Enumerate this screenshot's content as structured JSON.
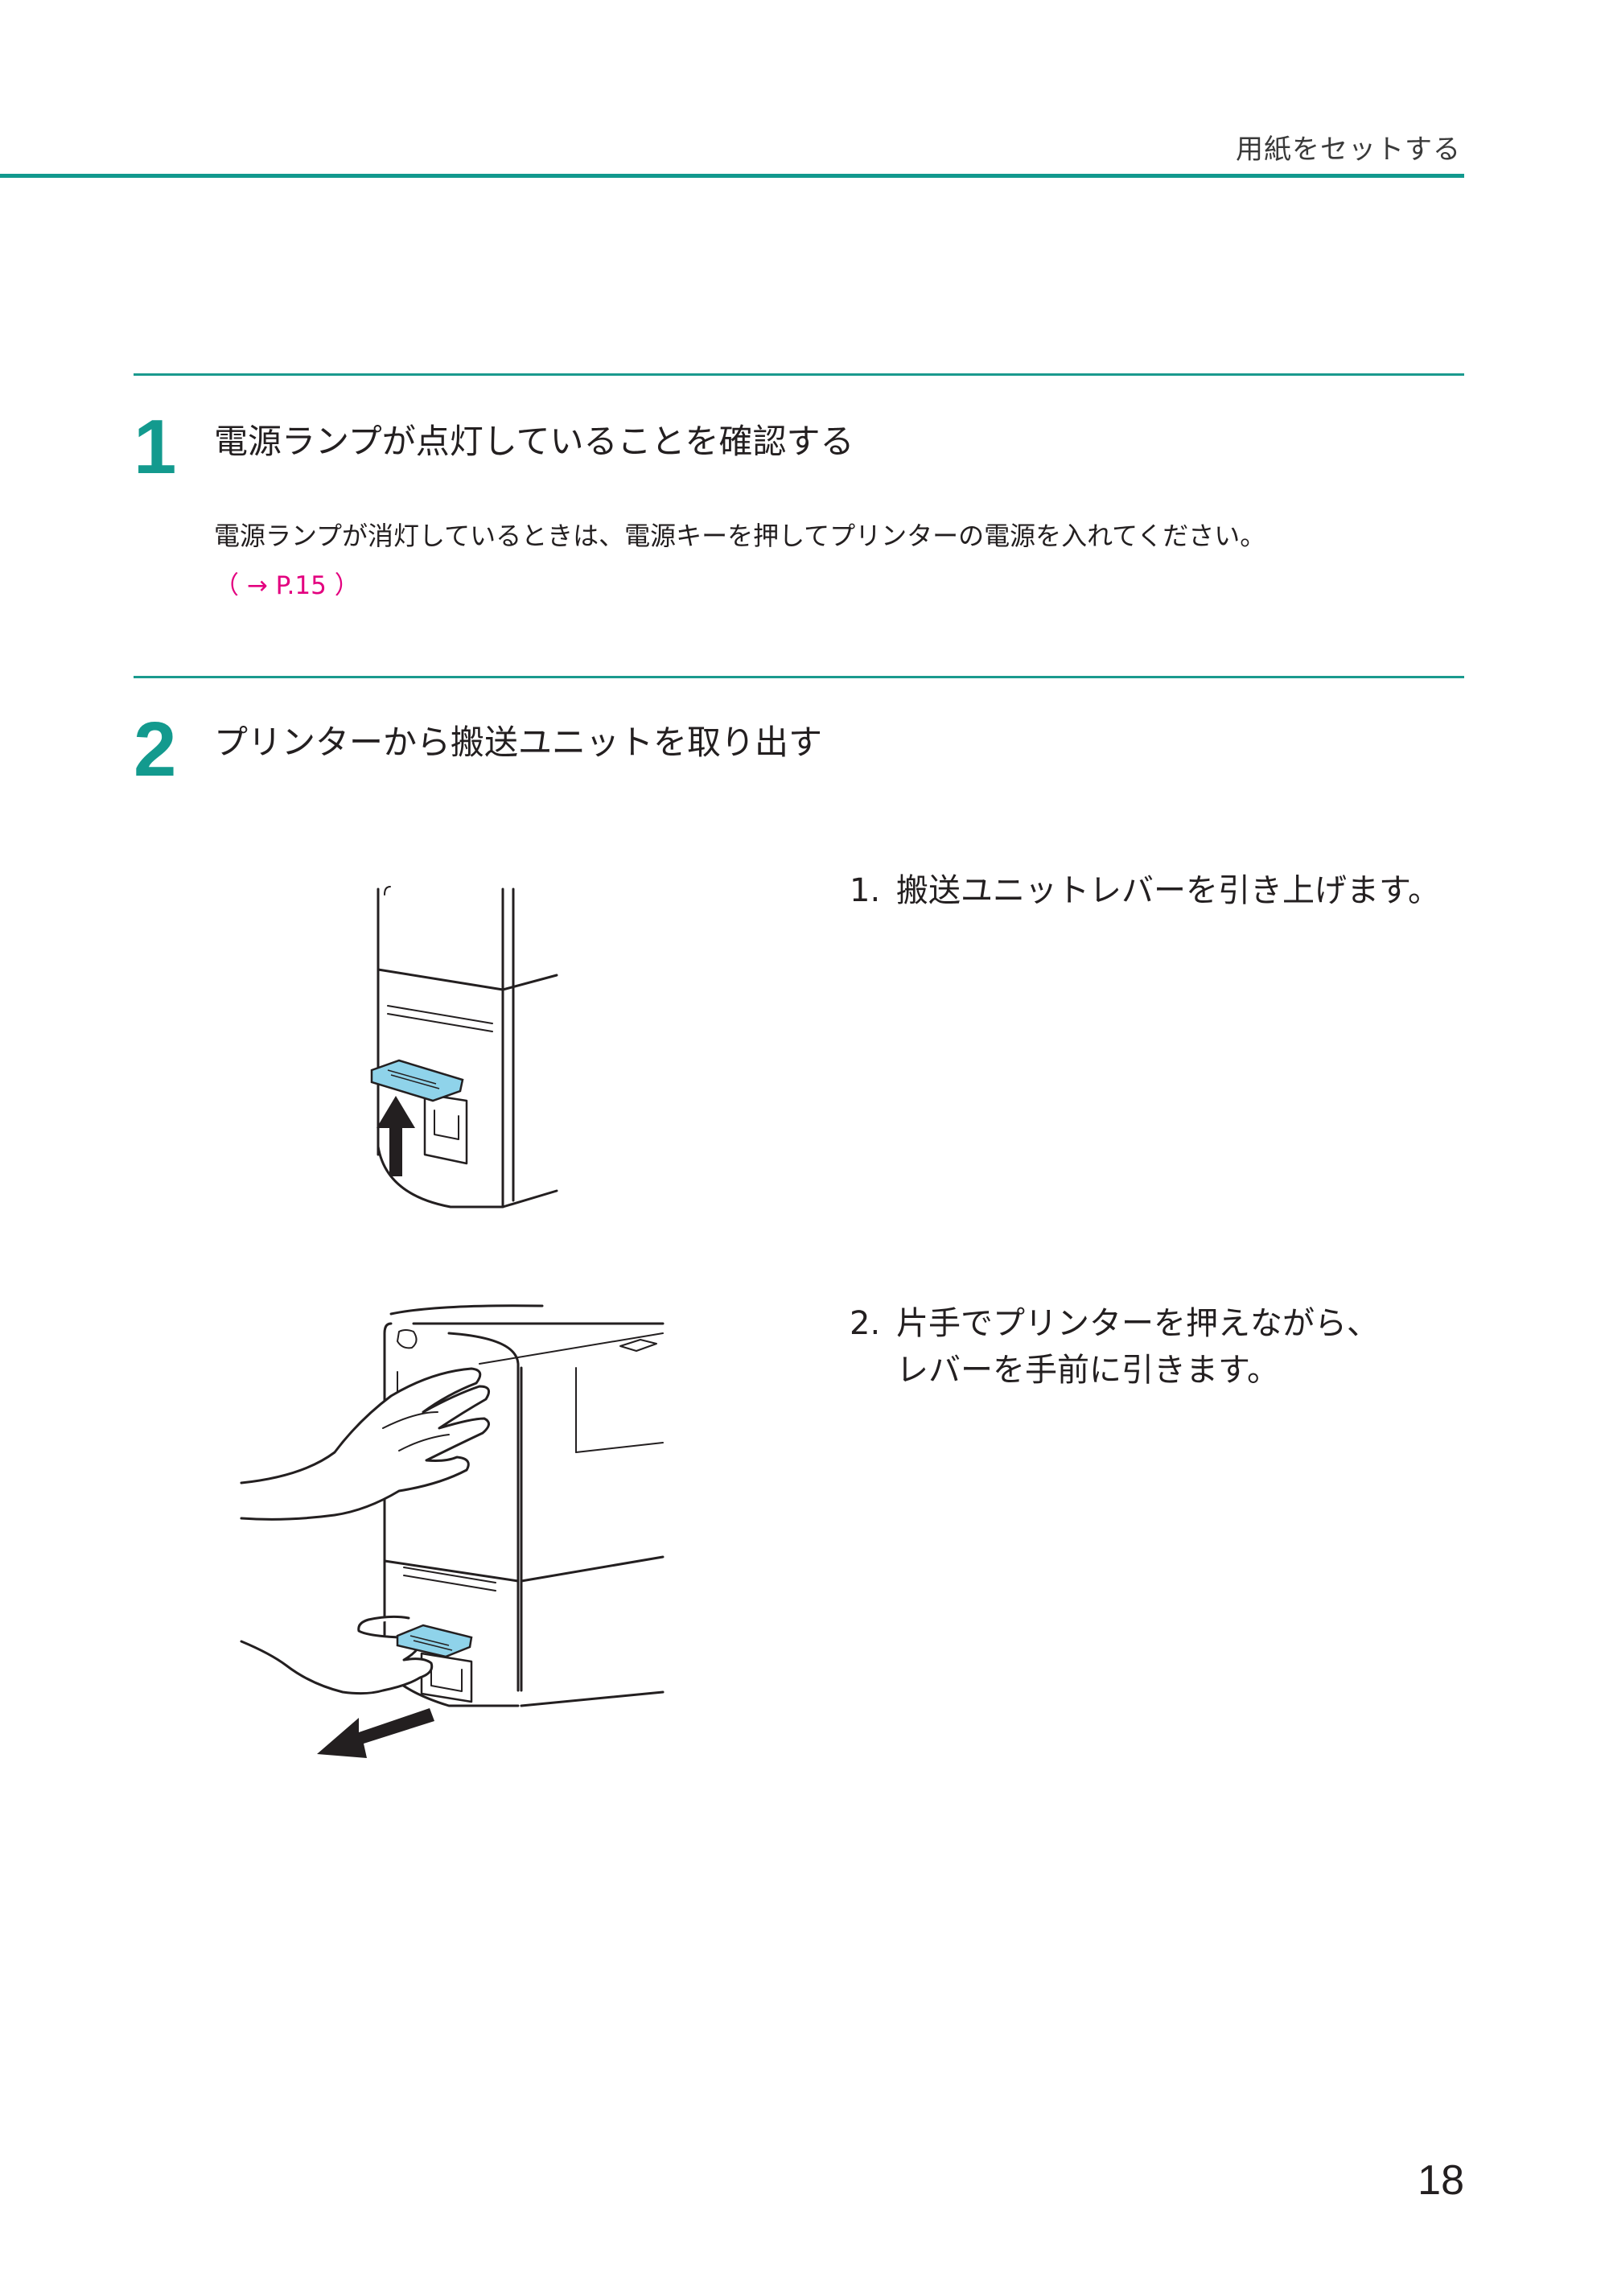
{
  "header": {
    "section_title": "用紙をセットする"
  },
  "steps": [
    {
      "number": "1",
      "title": "電源ランプが点灯していることを確認する",
      "note": "電源ランプが消灯しているときは、電源キーを押してプリンターの電源を入れてください。",
      "reference": "（ → P.15 ）"
    },
    {
      "number": "2",
      "title": "プリンターから搬送ユニットを取り出す",
      "substeps": [
        {
          "number": "1.",
          "lines": [
            "搬送ユニットレバーを引き上げます。"
          ]
        },
        {
          "number": "2.",
          "lines": [
            "片手でプリンターを押えながら、",
            "レバーを手前に引きます。"
          ]
        }
      ]
    }
  ],
  "colors": {
    "accent": "#11998e",
    "link": "#e3007f",
    "lever": "#8fd3ea"
  },
  "page_number": "18"
}
